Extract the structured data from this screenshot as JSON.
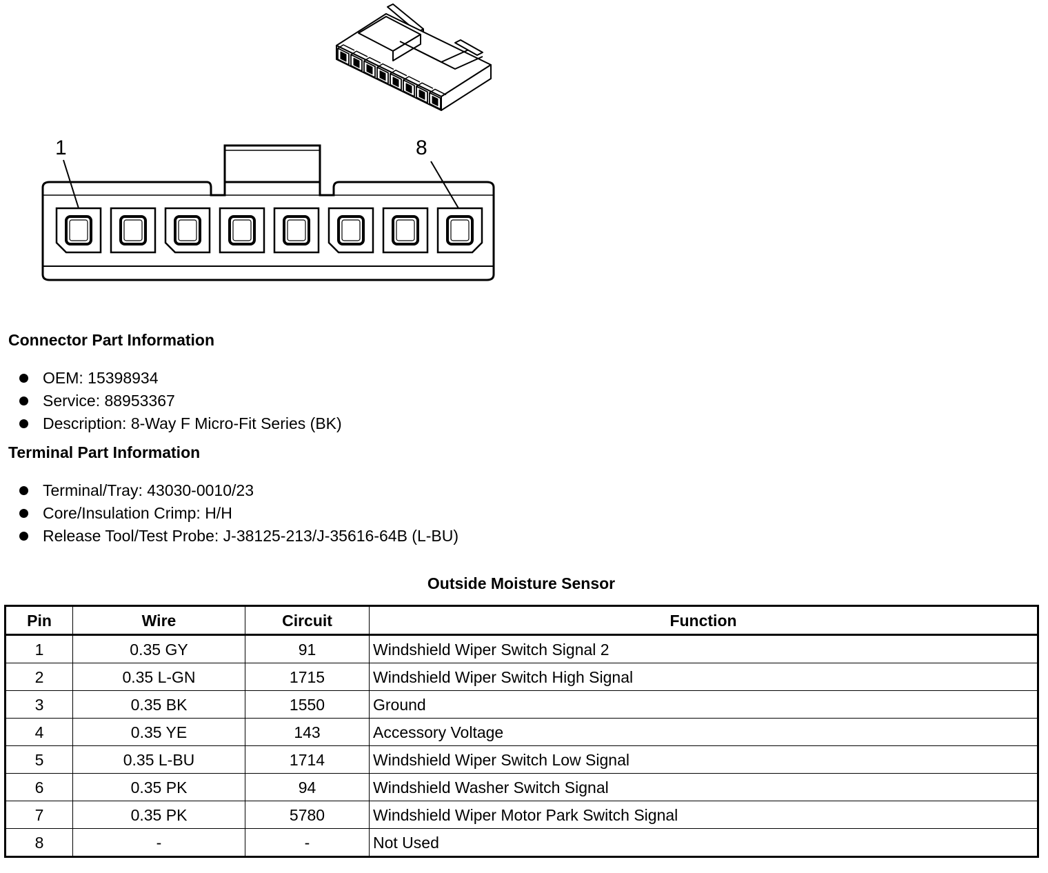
{
  "diagram": {
    "pin_labels": [
      "1",
      "8"
    ]
  },
  "connector_info": {
    "heading": "Connector Part Information",
    "items": [
      "OEM: 15398934",
      "Service: 88953367",
      "Description: 8-Way F Micro-Fit Series (BK)"
    ]
  },
  "terminal_info": {
    "heading": "Terminal Part Information",
    "items": [
      "Terminal/Tray: 43030-0010/23",
      "Core/Insulation Crimp: H/H",
      "Release Tool/Test Probe: J-38125-213/J-35616-64B (L-BU)"
    ]
  },
  "table": {
    "title": "Outside Moisture Sensor",
    "headers": [
      "Pin",
      "Wire",
      "Circuit",
      "Function"
    ],
    "rows": [
      [
        "1",
        "0.35 GY",
        "91",
        "Windshield Wiper Switch Signal 2"
      ],
      [
        "2",
        "0.35 L-GN",
        "1715",
        "Windshield Wiper Switch High Signal"
      ],
      [
        "3",
        "0.35 BK",
        "1550",
        "Ground"
      ],
      [
        "4",
        "0.35 YE",
        "143",
        "Accessory Voltage"
      ],
      [
        "5",
        "0.35 L-BU",
        "1714",
        "Windshield Wiper Switch Low Signal"
      ],
      [
        "6",
        "0.35 PK",
        "94",
        "Windshield Washer Switch Signal"
      ],
      [
        "7",
        "0.35 PK",
        "5780",
        "Windshield Wiper Motor Park Switch Signal"
      ],
      [
        "8",
        "-",
        "-",
        "Not Used"
      ]
    ]
  }
}
